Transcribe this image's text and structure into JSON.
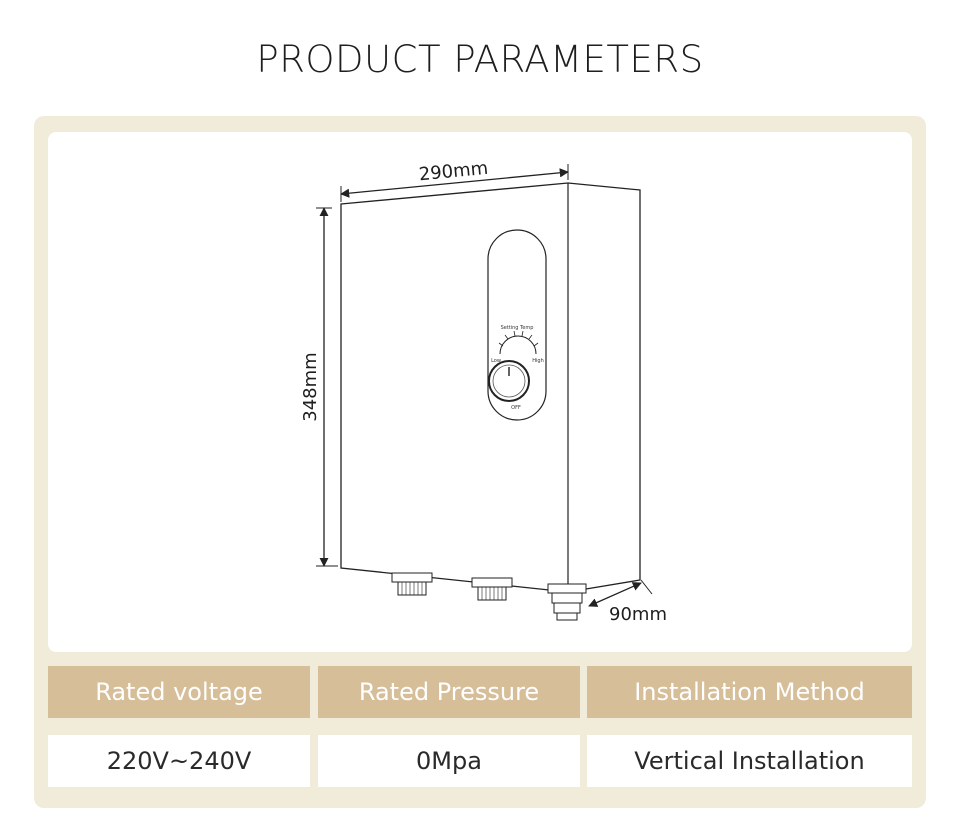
{
  "page": {
    "title": "PRODUCT PARAMETERS"
  },
  "diagram": {
    "width_label": "290mm",
    "height_label": "348mm",
    "depth_label": "90mm",
    "control_panel": {
      "dial_title": "Setting Temp",
      "low_label": "Low",
      "high_label": "High",
      "off_label": "OFF"
    }
  },
  "specs": {
    "headers": [
      "Rated voltage",
      "Rated Pressure",
      "Installation Method"
    ],
    "values": [
      "220V~240V",
      "0Mpa",
      "Vertical Installation"
    ]
  },
  "colors": {
    "frame": "#f1ebda",
    "header_background": "#d6be98",
    "header_text": "#ffffff"
  }
}
